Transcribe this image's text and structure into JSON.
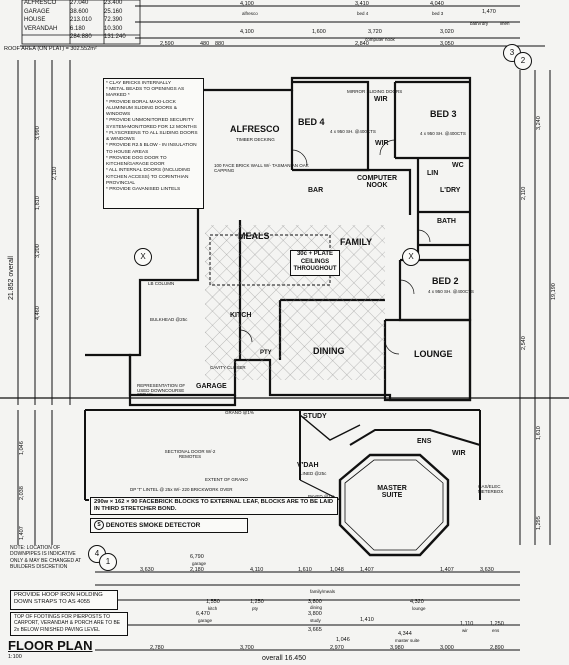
{
  "area_table": {
    "rows": [
      {
        "name": "ALFRESCO",
        "a": "27.040",
        "b": "23.400"
      },
      {
        "name": "GARAGE",
        "a": "38.600",
        "b": "25.160"
      },
      {
        "name": "HOUSE",
        "a": "213.010",
        "b": "72.390"
      },
      {
        "name": "VERANDAH",
        "a": "6.180",
        "b": "10.300"
      },
      {
        "name": "",
        "a": "284.880",
        "b": "131.240"
      }
    ],
    "roof_area": "ROOF AREA (ON PLAT) = 302.552m²"
  },
  "notes_list": [
    "* CLAY BRICKS INTERNALLY",
    "* METAL BEADS TO OPENINGS AS MARKED *",
    "* PROVIDE BORAL MAXI-LOCK ALUMINIUM SLIDING DOORS & WINDOWS",
    "* PROVIDE UNMONITORED SECURITY SYSTEM-MONITORED FOR 12 MONTHS",
    "* FLYSCREENS TO ALL SLIDING DOORS & WINDOWS",
    "* PROVIDE R2.5 BLOW - IN INSULATION TO HOUSE AREAS",
    "* PROVIDE DOG DOOR TO KITCHEN/GARAGE DOOR",
    "* ALL INTERNAL DOORS (INCLUDING KITCHEN ACCESS) TO CORINTHIAN PROVINCIAL",
    "* PROVIDE GAVANISED LINTELS"
  ],
  "rooms": {
    "alfresco": "ALFRESCO",
    "bed4": "BED 4",
    "bed3": "BED 3",
    "wir_top": "WIR",
    "wir_mid": "WIR",
    "computer_nook": "COMPUTER NOOK",
    "bar": "BAR",
    "lin": "LIN",
    "ldry": "L'DRY",
    "wc": "WC",
    "meals": "MEALS",
    "family": "FAMILY",
    "bath": "BATH",
    "bed2": "BED 2",
    "kitch": "KITCH",
    "dining": "DINING",
    "lounge": "LOUNGE",
    "pty": "PTY",
    "garage": "GARAGE",
    "study": "STUDY",
    "vdah": "V'DAH",
    "master_suite": "MASTER SUITE",
    "ens": "ENS",
    "wir_master": "WIR"
  },
  "callouts": {
    "ceilings": "30c + PLATE CEILINGS THROUGHOUT",
    "alfresco_deck": "TIMBER DECKING",
    "face_brick": "100 FACE BRICK WALL W/- TASMANIAN OAK CAPPING",
    "mirror_doors": "MIRROR SLIDING DOORS",
    "bed3_size": "4 x 950 SH. @400CTS",
    "bed4_size": "4 x 950 SH. @400CTS",
    "bed2_size": "4 x 950 SH. @400CTS",
    "sectional_door": "SECTIONAL DOOR W/-2 REMOTES",
    "extent_of_grano": "EXTENT OF GRANO",
    "grano": "GRANO @1%",
    "representation": "REPRESENTATION OF USED DOWNCOURSE SEDAN",
    "cavity_closer": "CAVITY CLOSER",
    "lintel": "DP 'T' LINTEL @ 25x W/- 220 BRICKWORK OVER",
    "lb_column": "LB COLUMN",
    "bulkhead": "BULKHEAD @25c",
    "facebrick_note": "290w × 162 × 90 FACEBRICK BLOCKS TO EXTERNAL LEAF, BLOCKS ARE TO BE LAID IN THIRD STRETCHER BOND.",
    "smoke_detector": "DENOTES SMOKE DETECTOR",
    "smoke_symbol": "S",
    "downpipes_note": "NOTE: LOCATION OF DOWNPIPES IS INDICATIVE ONLY & MAY BE CHANGED AT BUILDERS DISCRETION",
    "hoop_iron": "PROVIDE HOOP IRON HOLDING DOWN STRAPS TO AS 4055",
    "footings": "TOP OF FOOTINGS FOR PIERPOSTS TO CARPORT, VERANDAH & PORCH ARE TO BE 2x BELOW FINISHED PAVING LEVEL",
    "floor_plan": "FLOOR PLAN",
    "scale": "1:100",
    "overall_h": "overall 16.450",
    "overall_v": "21.852 overall",
    "gas_meter": "GAS/ELEC METERBOX",
    "paved": "PAVED @1%",
    "lined": "LINED @25c",
    "marker_x": "X",
    "grid_3": "3",
    "grid_2": "2",
    "grid_4": "4",
    "grid_1": "1"
  },
  "dims_top": [
    "4,100",
    "3,410",
    "4,040",
    "1,470",
    "4,100",
    "1,600",
    "3,720",
    "3,020",
    "2,590",
    "480",
    "880",
    "2,840",
    "3,050"
  ],
  "dims_top_labels": [
    "alfresco",
    "bed 4",
    "bed 3",
    "computer nook",
    "bath/l'dry",
    "linen"
  ],
  "dims_left": [
    "3,990",
    "1,810",
    "3,200",
    "4,460",
    "2,110",
    "1,046",
    "2,038",
    "1,407"
  ],
  "dims_right": [
    "3,240",
    "2,110",
    "19,190",
    "2,540",
    "1,610",
    "1,295"
  ],
  "dims_bottom": [
    "6,790",
    "3,630",
    "2,180",
    "4,110",
    "1,610",
    "1,048",
    "1,407",
    "1,407",
    "3,630",
    "4,320",
    "6,470",
    "3,800",
    "3,800",
    "3,665",
    "1,046",
    "2,780",
    "3,700",
    "2,970",
    "3,980",
    "3,000",
    "2,890",
    "1,550",
    "1,250",
    "1,410",
    "4,344",
    "1,110",
    "1,250"
  ],
  "dims_bottom_labels": [
    "garage",
    "family/meals",
    "lounge",
    "dining",
    "study",
    "master suite",
    "wir",
    "ens",
    "pty",
    "kitch",
    "garage"
  ]
}
